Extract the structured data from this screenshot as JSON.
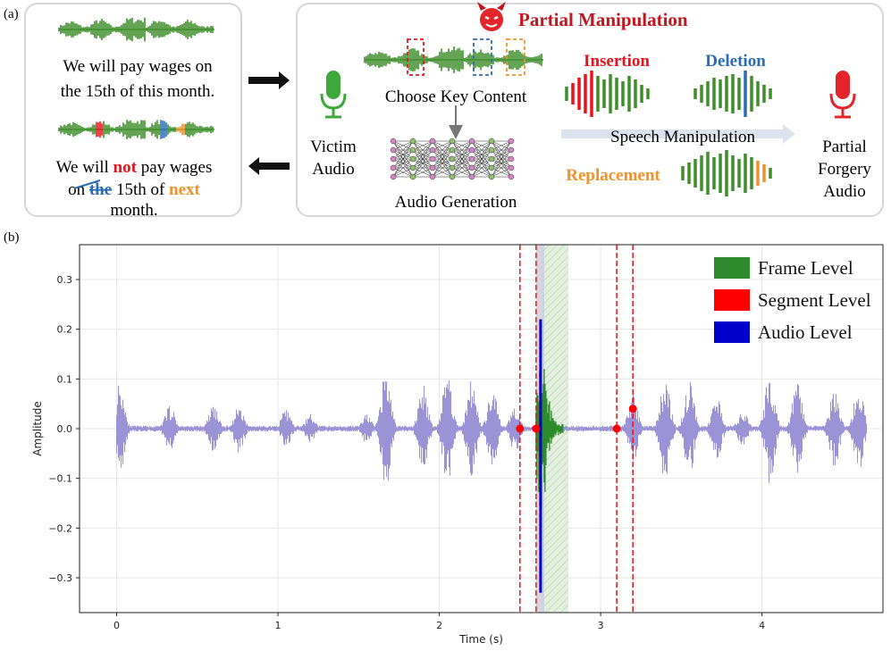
{
  "panel_a": {
    "label": "(a)",
    "left_box": {
      "original_sentence": "We will pay wages on the 15th of this month.",
      "original_line1": "We will pay wages on",
      "original_line2": "the 15th of this month.",
      "forged_parts": {
        "p1": "We will ",
        "inserted": "not",
        "p2": " pay wages",
        "p3": "on ",
        "deleted": "the",
        "p4": " 15th of ",
        "replaced": "next",
        "p5": "month."
      }
    },
    "victim_label_line1": "Victim",
    "victim_label_line2": "Audio",
    "title": "Partial Manipulation",
    "choose_key_content": "Choose Key Content",
    "audio_generation": "Audio Generation",
    "insertion": "Insertion",
    "deletion": "Deletion",
    "replacement": "Replacement",
    "speech_manipulation": "Speech Manipulation",
    "output_line1": "Partial",
    "output_line2": "Forgery",
    "output_line3": "Audio",
    "colors": {
      "insertion": "#e8141b",
      "deletion": "#2a6db3",
      "replacement": "#f0922b",
      "waveform_green": "#3e8e2a",
      "title_red": "#c0171f"
    }
  },
  "panel_b": {
    "label": "(b)",
    "chart_data": {
      "type": "line",
      "title": "",
      "xlabel": "Time (s)",
      "ylabel": "Amplitude",
      "xlim": [
        -0.23,
        4.75
      ],
      "ylim": [
        -0.37,
        0.37
      ],
      "xticks": [
        0,
        1,
        2,
        3,
        4
      ],
      "yticks": [
        -0.3,
        -0.2,
        -0.1,
        0.0,
        0.1,
        0.2,
        0.3
      ],
      "xtick_labels": [
        "0",
        "1",
        "2",
        "3",
        "4"
      ],
      "ytick_labels": [
        "−0.3",
        "−0.2",
        "−0.1",
        "0.0",
        "0.1",
        "0.2",
        "0.3"
      ],
      "grid": true,
      "legend_position": "top-right",
      "legend": [
        {
          "name": "Frame Level",
          "color": "#2d8a2d"
        },
        {
          "name": "Segment Level",
          "color": "#ff0000"
        },
        {
          "name": "Audio Level",
          "color": "#0000cc"
        }
      ],
      "waveform": {
        "color": "#9a94d6",
        "start": 0.0,
        "end": 4.65,
        "bursts": [
          {
            "t": 0.02,
            "amp": 0.1
          },
          {
            "t": 0.33,
            "amp": 0.05
          },
          {
            "t": 0.6,
            "amp": 0.05
          },
          {
            "t": 0.76,
            "amp": 0.05
          },
          {
            "t": 1.05,
            "amp": 0.04
          },
          {
            "t": 1.2,
            "amp": 0.03
          },
          {
            "t": 1.55,
            "amp": 0.03
          },
          {
            "t": 1.67,
            "amp": 0.12
          },
          {
            "t": 1.9,
            "amp": 0.09
          },
          {
            "t": 2.05,
            "amp": 0.12
          },
          {
            "t": 2.2,
            "amp": 0.1
          },
          {
            "t": 2.33,
            "amp": 0.08
          },
          {
            "t": 2.47,
            "amp": 0.05
          },
          {
            "t": 3.2,
            "amp": 0.07
          },
          {
            "t": 3.4,
            "amp": 0.11
          },
          {
            "t": 3.55,
            "amp": 0.1
          },
          {
            "t": 3.72,
            "amp": 0.07
          },
          {
            "t": 3.88,
            "amp": 0.04
          },
          {
            "t": 4.05,
            "amp": 0.12
          },
          {
            "t": 4.22,
            "amp": 0.1
          },
          {
            "t": 4.45,
            "amp": 0.08
          },
          {
            "t": 4.6,
            "amp": 0.09
          }
        ]
      },
      "frame_level": {
        "start": 2.6,
        "end": 2.77,
        "peak": 0.15,
        "color": "#2d8a2d"
      },
      "frame_region": {
        "start": 2.64,
        "end": 2.8
      },
      "audio_level_span": {
        "start": 2.6,
        "end": 2.65
      },
      "audio_level_line": {
        "x": 2.65,
        "ymin": -0.33,
        "ymax": 0.22
      },
      "segment_lines": [
        2.5,
        2.6,
        3.1,
        3.2
      ],
      "segment_points": [
        {
          "x": 2.5,
          "y": 0.0
        },
        {
          "x": 2.6,
          "y": 0.0
        },
        {
          "x": 3.1,
          "y": 0.0
        },
        {
          "x": 3.2,
          "y": 0.04
        }
      ]
    }
  }
}
